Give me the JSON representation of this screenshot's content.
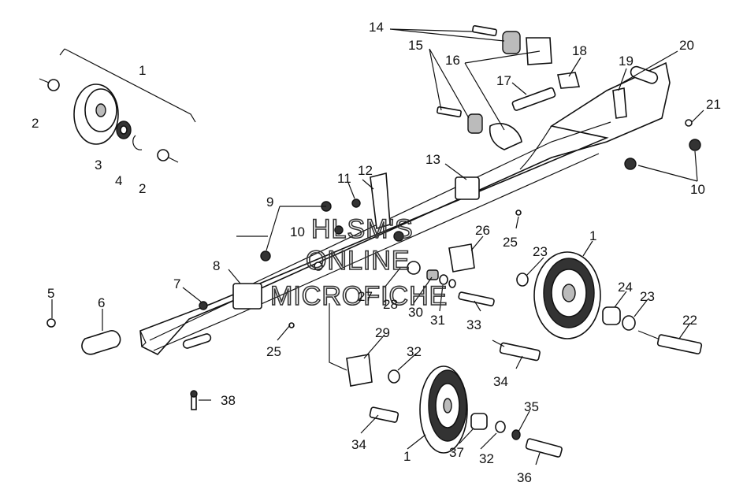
{
  "watermark": [
    "HLSM'S",
    "ONLINE",
    "MICROFICHE"
  ],
  "callouts": [
    "1",
    "2",
    "3",
    "4",
    "2",
    "5",
    "6",
    "7",
    "8",
    "9",
    "10",
    "11",
    "12",
    "13",
    "14",
    "15",
    "16",
    "17",
    "18",
    "19",
    "20",
    "21",
    "10",
    "25",
    "26",
    "23",
    "1",
    "24",
    "23",
    "22",
    "27",
    "28",
    "30",
    "31",
    "33",
    "25",
    "29",
    "32",
    "34",
    "38",
    "34",
    "1",
    "37",
    "32",
    "35",
    "36"
  ]
}
